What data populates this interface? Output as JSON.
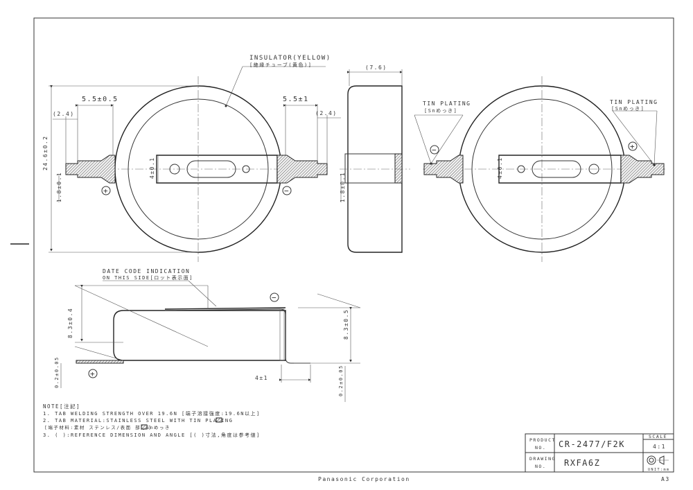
{
  "labels": {
    "insulator": "INSULATOR(YELLOW)",
    "insulator_jp": "[絶縁チューブ(黄色)]",
    "dim_tab_left": "5.5±0.5",
    "dim_tab_right": "5.5±1",
    "dim_ref_left": "(2.4)",
    "dim_ref_right": "(2.4)",
    "dim_height_side": "(7.6)",
    "dim_diameter": "24.6±0.2",
    "dim_tab_width": "4±0.1",
    "dim_tab_offset_left": "1.8±0.1",
    "dim_tab_offset_right": "1.8±0.1",
    "dim_tab_width_right": "4±0.1",
    "tin_plating_left": "TIN PLATING",
    "tin_plating_left_jp": "[Snめっき]",
    "tin_plating_right": "TIN PLATING",
    "tin_plating_right_jp": "[Snめっき]",
    "date_code_1": "DATE CODE INDICATION",
    "date_code_2": "ON THIS SIDE[ロット表示面]",
    "dim_side_left": "8.3±0.4",
    "dim_side_right": "8.3±0.5",
    "dim_thk_left": "0.2±0.05",
    "dim_thk_right": "0.2±0.05",
    "dim_bend": "4±1",
    "plus": "+",
    "minus": "−"
  },
  "notes": {
    "title": "NOTE[注記]",
    "n1": "1. TAB WELDING STRENGTH OVER 19.6N [端子溶接強度:19.6N以上]",
    "n2": "2. TAB MATERIAL:STAINLESS STEEL WITH TIN PLATING",
    "n2_jp": "[端子材料:素材 ステンレス/表面 部分Snめっき",
    "n2_jp_end": "]",
    "n3": "3. ( ):REFERENCE DIMENSION AND ANGLE [( )寸法,角度は参考値]"
  },
  "titleblock": {
    "product_label_1": "PRODUCT",
    "product_label_2": "NO.",
    "product_value": "CR-2477/F2K",
    "drawing_label_1": "DRAWING",
    "drawing_label_2": "NO.",
    "drawing_value": "RXFA6Z",
    "scale_label": "SCALE",
    "scale_value": "4:1",
    "unit": "UNIT:mm"
  },
  "footer": {
    "company": "Panasonic Corporation",
    "sheet": "A3"
  }
}
